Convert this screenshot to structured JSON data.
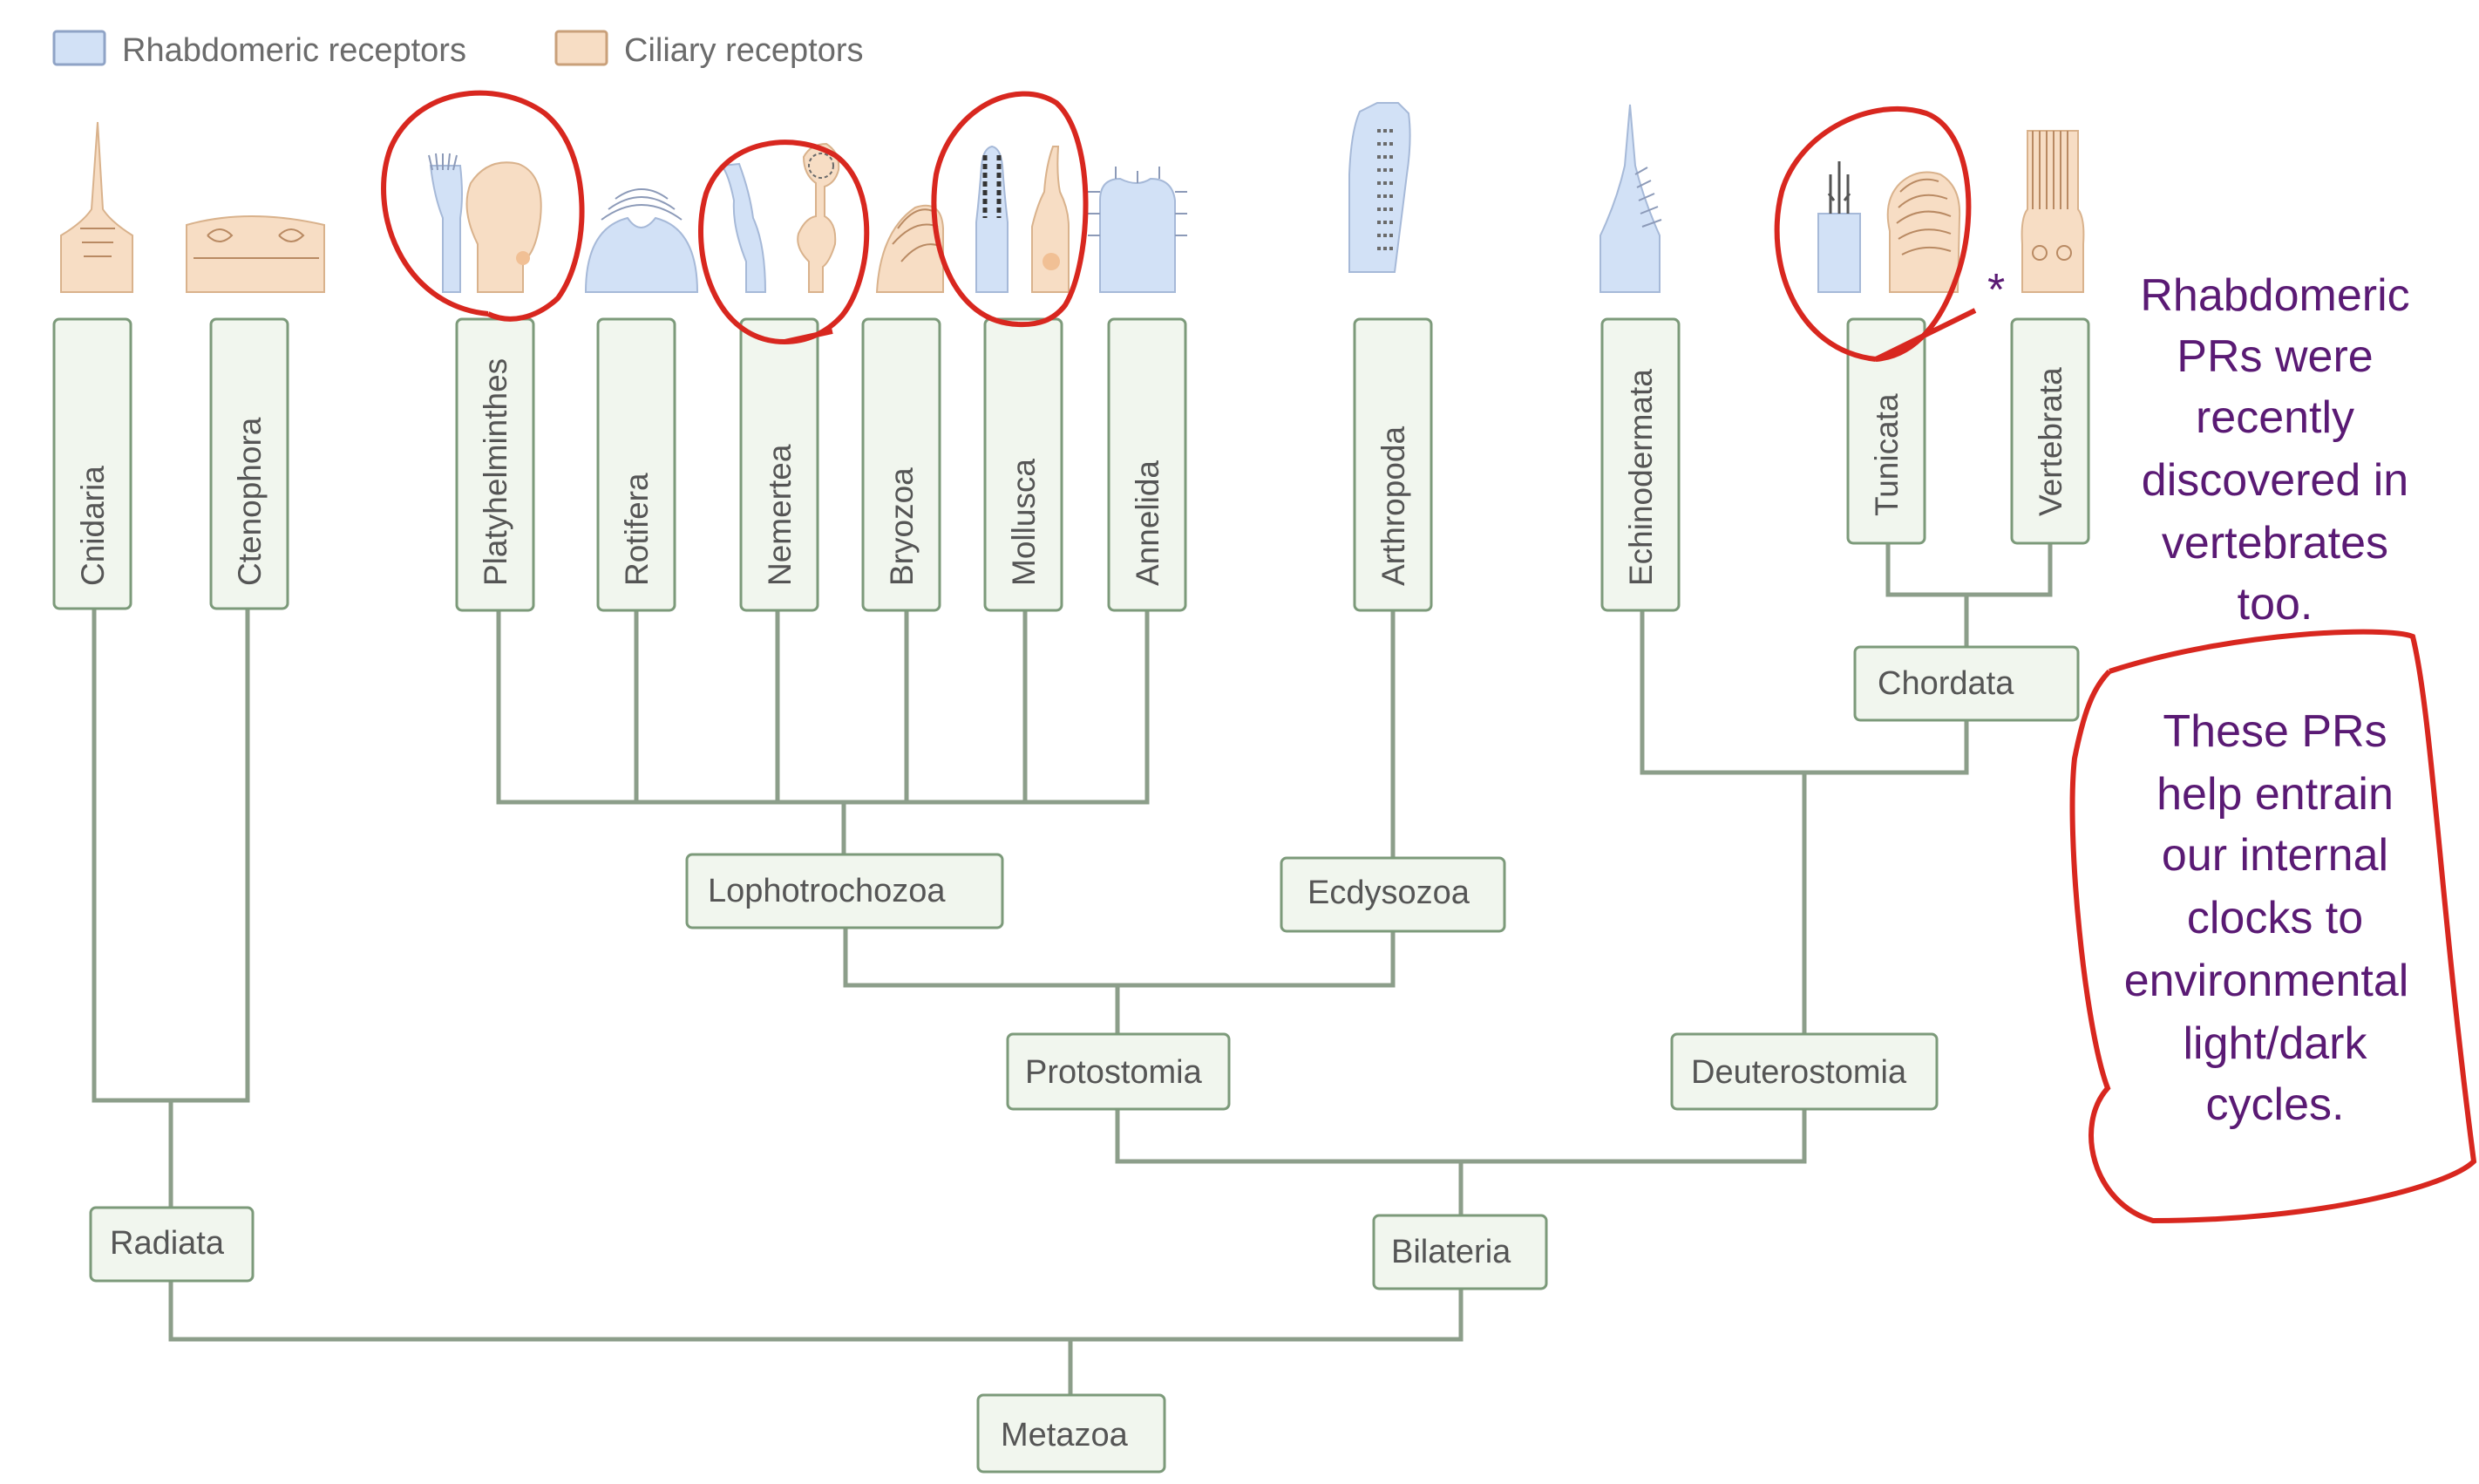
{
  "legend": {
    "rhabdomeric": {
      "label": "Rhabdomeric receptors",
      "color": "#d2e1f6"
    },
    "ciliary": {
      "label": "Ciliary receptors",
      "color": "#f7ddc4"
    }
  },
  "phyla": {
    "cnidaria": "Cnidaria",
    "ctenophora": "Ctenophora",
    "platyhelminthes": "Platyhelminthes",
    "rotifera": "Rotifera",
    "nemertea": "Nemertea",
    "bryozoa": "Bryozoa",
    "mollusca": "Mollusca",
    "annelida": "Annelida",
    "arthropoda": "Arthropoda",
    "echinodermata": "Echinodermata",
    "tunicata": "Tunicata",
    "vertebrata": "Vertebrata"
  },
  "clades": {
    "chordata": "Chordata",
    "lophotrochozoa": "Lophotrochozoa",
    "ecdysozoa": "Ecdysozoa",
    "protostomia": "Protostomia",
    "deuterostomia": "Deuterostomia",
    "radiata": "Radiata",
    "bilateria": "Bilateria",
    "metazoa": "Metazoa"
  },
  "asterisk": "*",
  "notes": {
    "note1": [
      "Rhabdomeric",
      "PRs were",
      "recently",
      "discovered in",
      "vertebrates",
      "too."
    ],
    "note2": [
      "These PRs",
      "help entrain",
      "our internal",
      "clocks to",
      "environmental",
      "light/dark",
      "cycles."
    ]
  },
  "colors": {
    "annotation_ink": "#d8271f",
    "note_text": "#5a1a74",
    "tree_line": "#8c9e8a"
  }
}
